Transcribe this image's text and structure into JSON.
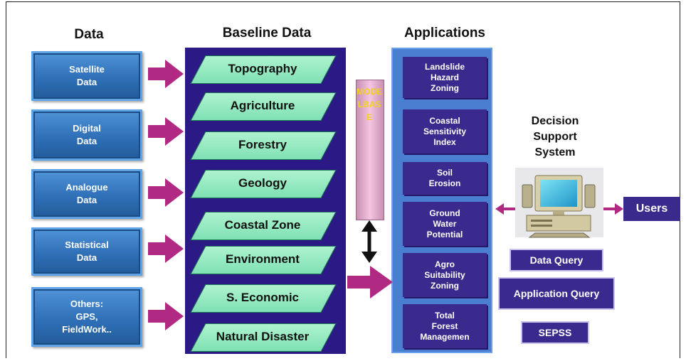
{
  "headings": {
    "data": "Data",
    "baseline": "Baseline Data",
    "applications": "Applications",
    "dss": "Decision\nSupport\nSystem"
  },
  "data_sources": [
    "Satellite\nData",
    "Digital\nData",
    "Analogue\nData",
    "Statistical\nData",
    "Others:\nGPS,\nFieldWork.."
  ],
  "baseline_layers": [
    "Topography",
    "Agriculture",
    "Forestry",
    "Geology",
    "Coastal Zone",
    "Environment",
    "S. Economic",
    "Natural Disaster"
  ],
  "modelbase": "MODELBASE",
  "applications": [
    "Landslide\nHazard\nZoning",
    "Coastal\nSensitivity\nIndex",
    "Soil\nErosion",
    "Ground\nWater\nPotential",
    "Agro\nSuitability\nZoning",
    "Total\nForest\nManagemen"
  ],
  "queries": [
    "Data Query",
    "Application Query",
    "SEPSS"
  ],
  "users": "Users",
  "colors": {
    "source_blue": "#2f70b8",
    "panel_purple": "#2b1a86",
    "layer_green": "#8fe6bd",
    "apps_blue": "#4a7ed0",
    "app_box": "#3a2a8e",
    "arrow_magenta": "#b02a84",
    "modelbase_text": "#f1d21e"
  }
}
